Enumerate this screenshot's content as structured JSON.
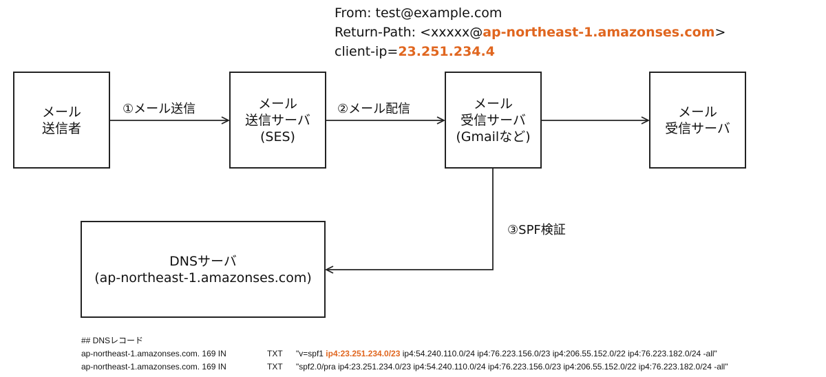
{
  "header": {
    "from": "From: test@example.com",
    "return_path_prefix": "Return-Path: <xxxxx@",
    "return_path_domain": "ap-northeast-1.amazonses.com",
    "return_path_suffix": ">",
    "client_ip_prefix": "client-ip=",
    "client_ip": "23.251.234.4"
  },
  "boxes": {
    "sender": [
      "メール",
      "送信者"
    ],
    "ses": [
      "メール",
      "送信サーバ",
      "(SES)"
    ],
    "receiver_gmail": [
      "メール",
      "受信サーバ",
      "(Gmailなど)"
    ],
    "receiver": [
      "メール",
      "受信サーバ"
    ],
    "dns": [
      "DNSサーバ",
      "(ap-northeast-1.amazonses.com)"
    ]
  },
  "edges": {
    "send": "①メール送信",
    "deliver": "②メール配信",
    "spf_check": "③SPF検証"
  },
  "dns_records": {
    "heading": "## DNSレコード",
    "records": [
      {
        "name": "ap-northeast-1.amazonses.com. 169 IN",
        "type": "TXT",
        "value_prefix": "\"v=spf1 ",
        "value_highlight": "ip4:23.251.234.0/23",
        "value_suffix": " ip4:54.240.110.0/24 ip4:76.223.156.0/23 ip4:206.55.152.0/22 ip4:76.223.182.0/24 -all\""
      },
      {
        "name": "ap-northeast-1.amazonses.com. 169 IN",
        "type": "TXT",
        "value_prefix": "\"spf2.0/pra ip4:23.251.234.0/23 ip4:54.240.110.0/24 ip4:76.223.156.0/23 ip4:206.55.152.0/22 ip4:76.223.182.0/24 -all\"",
        "value_highlight": "",
        "value_suffix": ""
      }
    ]
  },
  "colors": {
    "highlight": "#e0661f",
    "line": "#222222"
  }
}
